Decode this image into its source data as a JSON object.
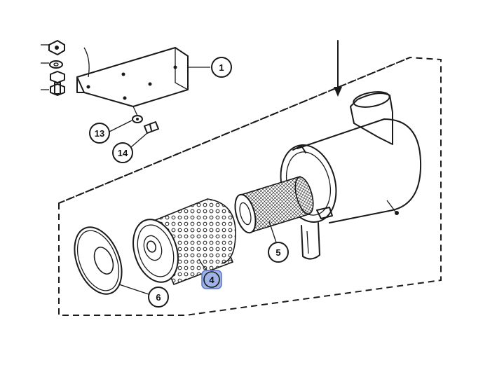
{
  "callouts": {
    "c1": "1",
    "c4": "4",
    "c5": "5",
    "c6": "6",
    "c13": "13",
    "c14": "14"
  },
  "colors": {
    "line": "#1a1a1a",
    "highlight_fill": "#9fb3e6",
    "highlight_stroke": "#5a76c9"
  },
  "icons": [
    "bracket",
    "nut",
    "washer",
    "bolt",
    "air-cleaner-housing",
    "inner-safety-filter",
    "outer-primary-filter",
    "end-cover"
  ]
}
